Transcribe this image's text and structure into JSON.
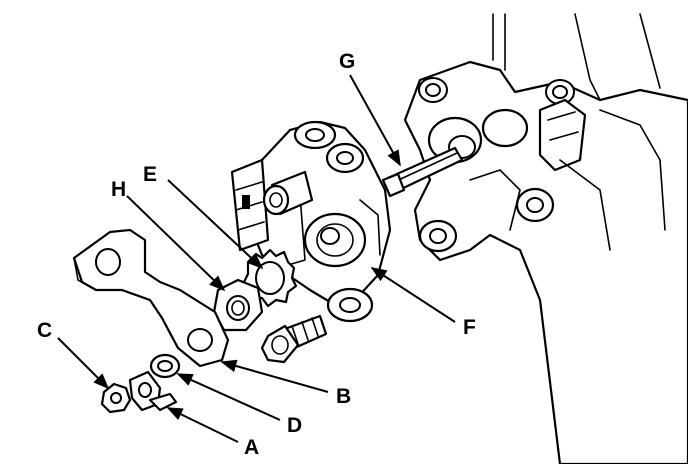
{
  "diagram": {
    "callouts": [
      {
        "id": "A",
        "label": "A"
      },
      {
        "id": "B",
        "label": "B"
      },
      {
        "id": "C",
        "label": "C"
      },
      {
        "id": "D",
        "label": "D"
      },
      {
        "id": "E",
        "label": "E"
      },
      {
        "id": "F",
        "label": "F"
      },
      {
        "id": "G",
        "label": "G"
      },
      {
        "id": "H",
        "label": "H"
      }
    ],
    "line_color": "#000000",
    "background_color": "#ffffff"
  }
}
